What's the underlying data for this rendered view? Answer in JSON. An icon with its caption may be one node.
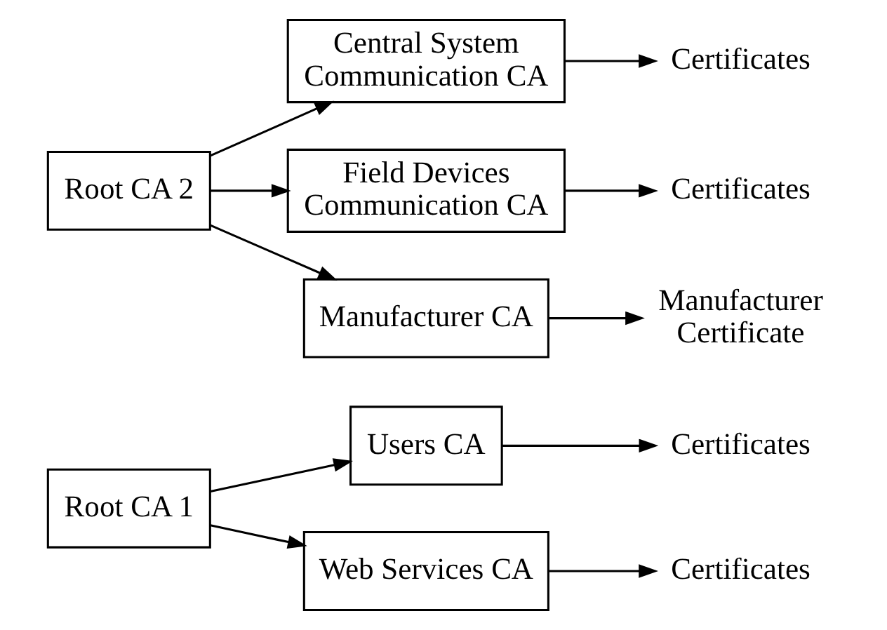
{
  "diagram": {
    "nodes": [
      {
        "text": [
          "Root CA 1"
        ]
      },
      {
        "text": [
          "Users CA"
        ]
      },
      {
        "text": [
          "Web Services CA"
        ]
      },
      {
        "text": [
          "Certificates"
        ]
      },
      {
        "text": [
          "Certificates"
        ]
      },
      {
        "text": [
          "Root CA 2"
        ]
      },
      {
        "text": [
          "Central System Communication CA"
        ]
      },
      {
        "text": [
          "Field Devices Communication CA"
        ]
      },
      {
        "text": [
          "Manufacturer CA"
        ]
      },
      {
        "text": [
          "Certificates"
        ]
      },
      {
        "text": [
          "Certificates"
        ]
      },
      {
        "text": [
          "Manufacturer Certificate"
        ]
      }
    ],
    "edges": [
      {
        "from": 0,
        "to": 1,
        "arrow": "to"
      },
      {
        "from": 0,
        "to": 2,
        "arrow": "to"
      },
      {
        "from": 1,
        "to": 3,
        "arrow": "to"
      },
      {
        "from": 2,
        "to": 4,
        "arrow": "to"
      },
      {
        "from": 5,
        "to": 6,
        "arrow": "to"
      },
      {
        "from": 5,
        "to": 7,
        "arrow": "to"
      },
      {
        "from": 5,
        "to": 8,
        "arrow": "to"
      },
      {
        "from": 6,
        "to": 9,
        "arrow": "to"
      },
      {
        "from": 7,
        "to": 10,
        "arrow": "to"
      },
      {
        "from": 8,
        "to": 11,
        "arrow": "to"
      }
    ]
  }
}
